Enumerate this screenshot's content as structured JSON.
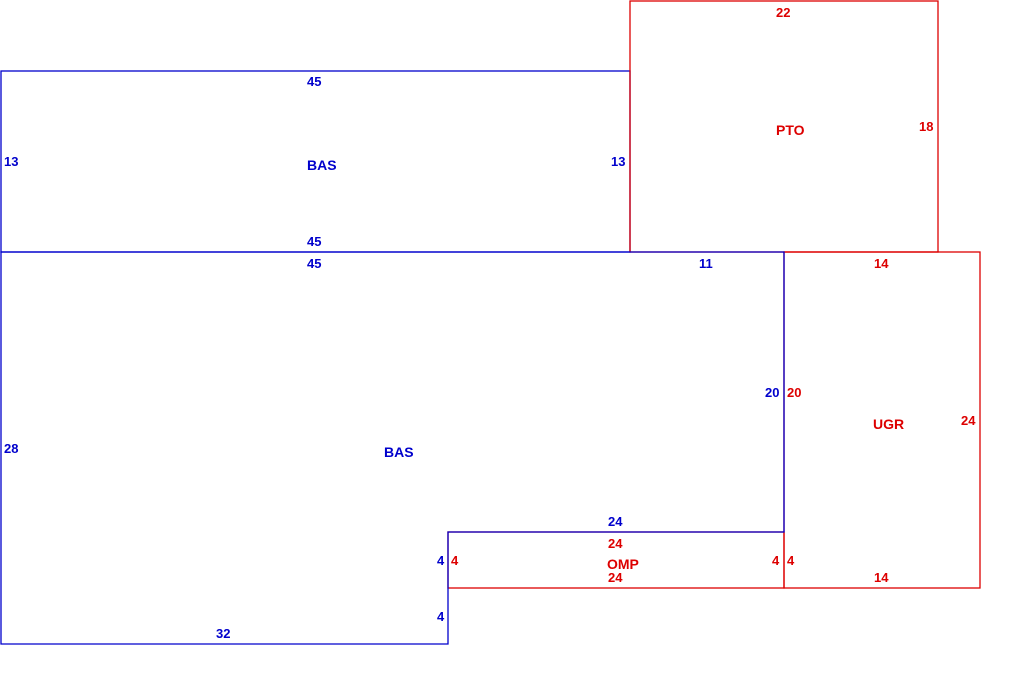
{
  "colors": {
    "blue": "#0000cc",
    "red": "#dd0000"
  },
  "areas": {
    "bas_upper": {
      "label": "BAS",
      "top": "45",
      "bottom": "45",
      "left": "13",
      "right": "13"
    },
    "bas_lower": {
      "label": "BAS",
      "top": "45",
      "top_right": "11",
      "left": "28",
      "right": "20",
      "step": "24",
      "step_side": "4",
      "notch_side": "4",
      "bottom": "32"
    },
    "pto": {
      "label": "PTO",
      "top": "22",
      "right": "18"
    },
    "ugr": {
      "label": "UGR",
      "top": "14",
      "right": "24",
      "bottom": "14",
      "left": "20"
    },
    "omp": {
      "label": "OMP",
      "top": "24",
      "bottom": "24",
      "left": "4",
      "right": "4",
      "right_outer": "4"
    }
  }
}
